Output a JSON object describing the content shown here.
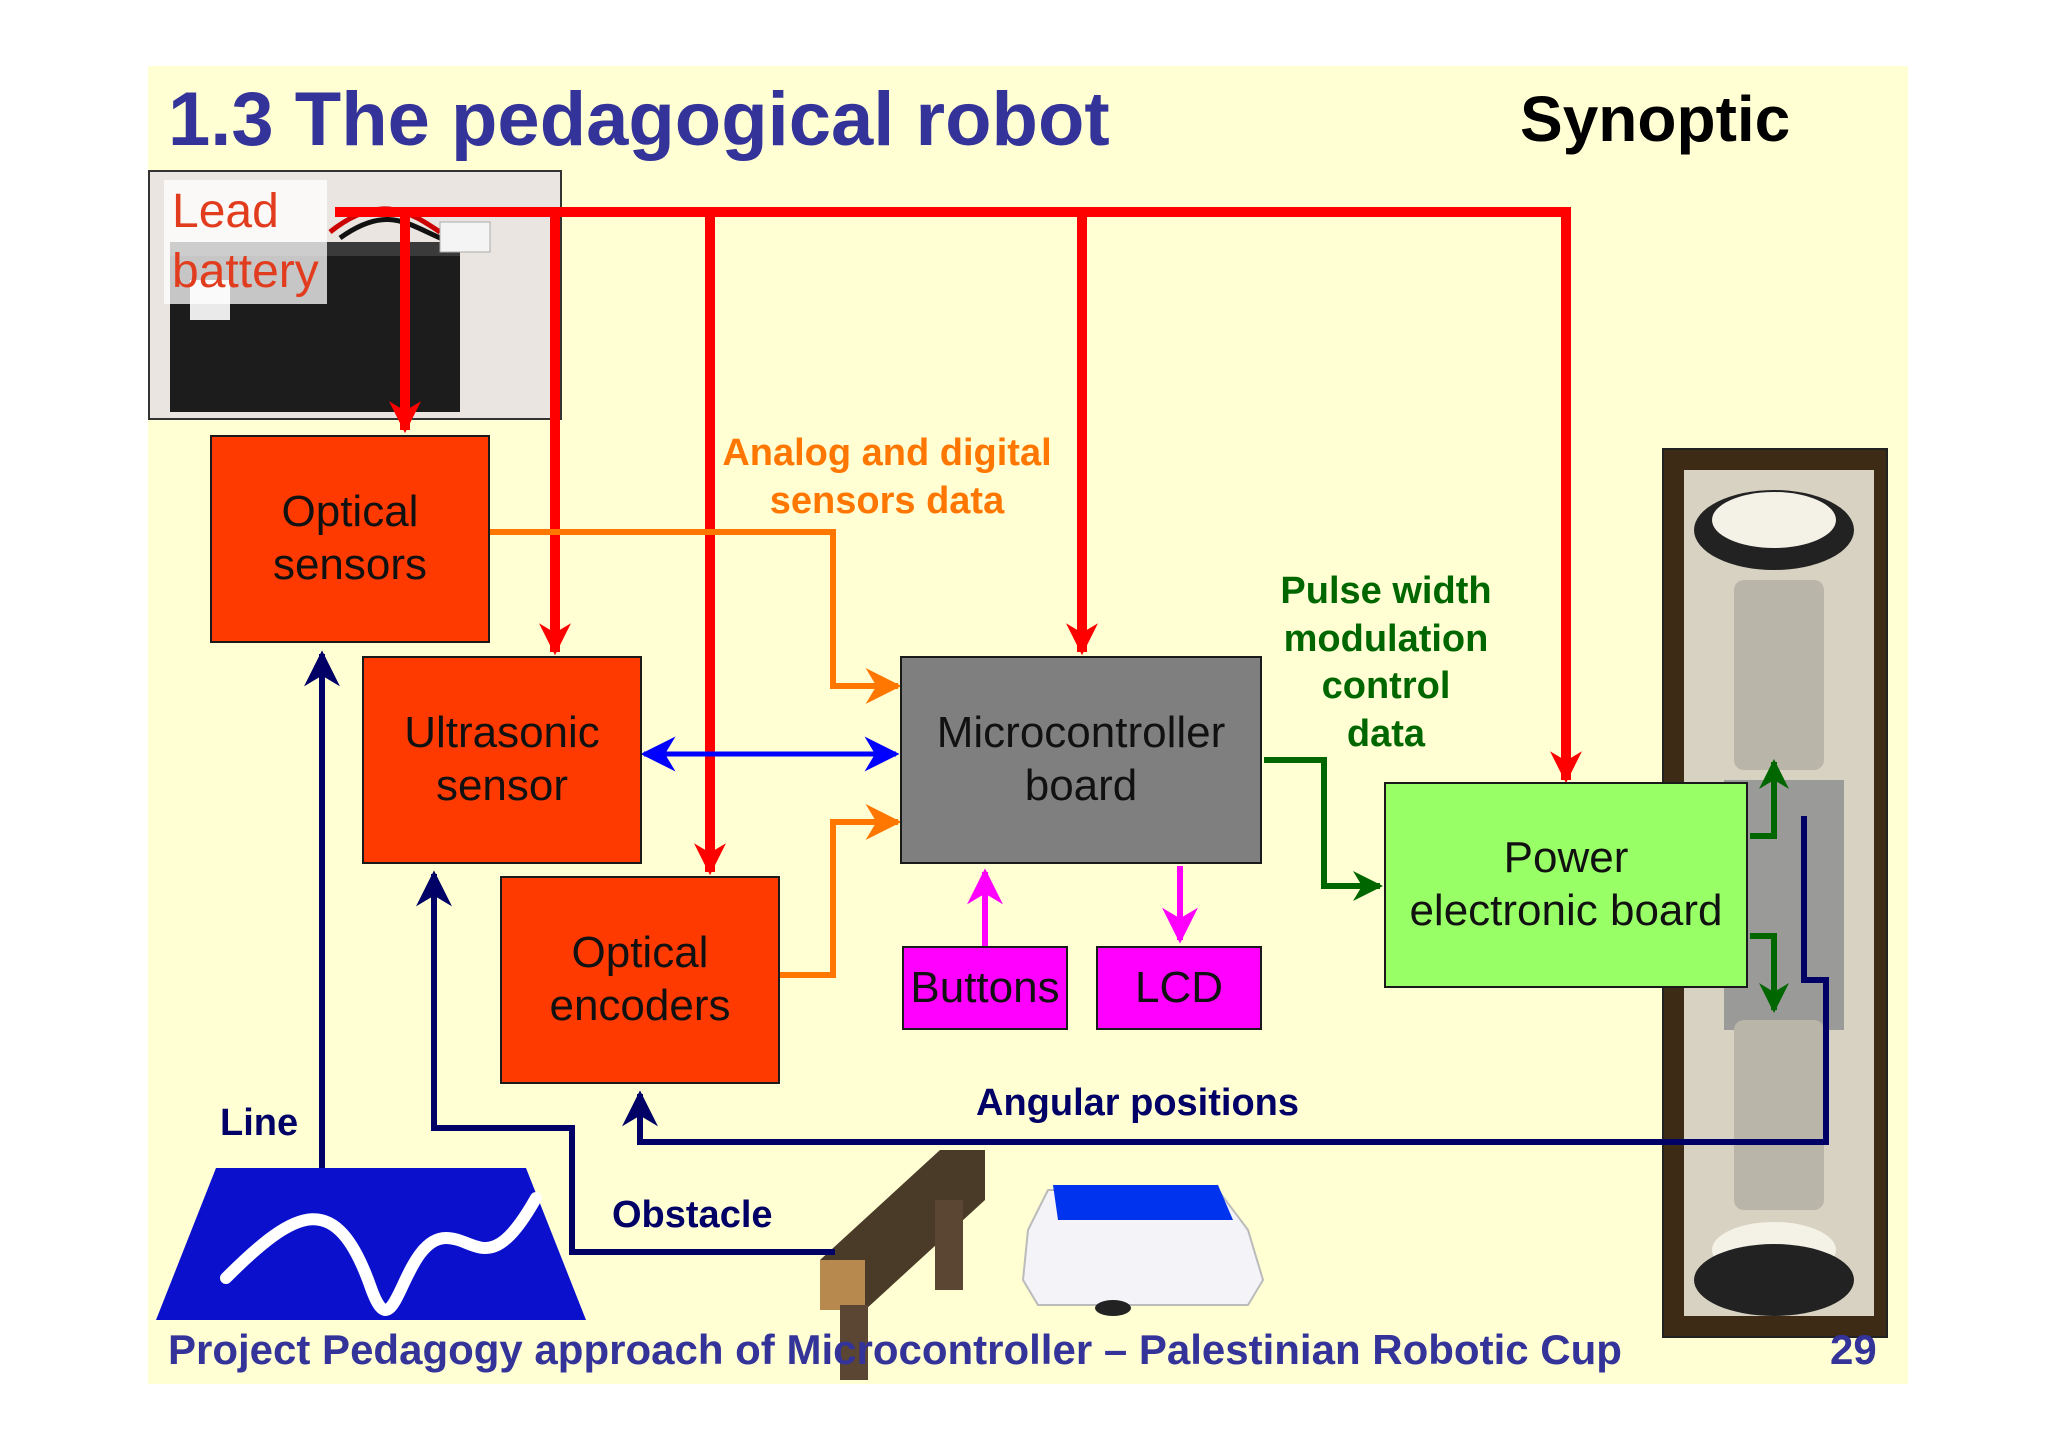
{
  "title": "1.3 The pedagogical robot",
  "subtitle": "Synoptic",
  "battery": {
    "line1": "Lead",
    "line2": "battery"
  },
  "blocks": {
    "optical_sensors": {
      "line1": "Optical",
      "line2": "sensors"
    },
    "ultrasonic_sensor": {
      "line1": "Ultrasonic",
      "line2": "sensor"
    },
    "optical_encoders": {
      "line1": "Optical",
      "line2": "encoders"
    },
    "microcontroller": {
      "line1": "Microcontroller",
      "line2": "board"
    },
    "power_board": {
      "line1": "Power",
      "line2": "electronic board"
    },
    "buttons": "Buttons",
    "lcd": "LCD"
  },
  "labels": {
    "analog": {
      "line1": "Analog and digital",
      "line2": "sensors data"
    },
    "pwm": {
      "line1": "Pulse width",
      "line2": "modulation",
      "line3": "control",
      "line4": "data"
    },
    "angular": "Angular positions",
    "line": "Line",
    "obstacle": "Obstacle"
  },
  "footer": "Project Pedagogy approach of Microcontroller – Palestinian Robotic Cup",
  "page_number": "29",
  "colors": {
    "title": "#333399",
    "power_wire": "#ff0000",
    "sensor_data": "#ff7700",
    "pwm_data": "#006600",
    "feedback": "#000066",
    "bus": "#0000ff",
    "io": "#ff00ff",
    "sensor_block": "#ff3a00",
    "mcu_block": "#7f7f7f",
    "power_block": "#99ff66"
  }
}
